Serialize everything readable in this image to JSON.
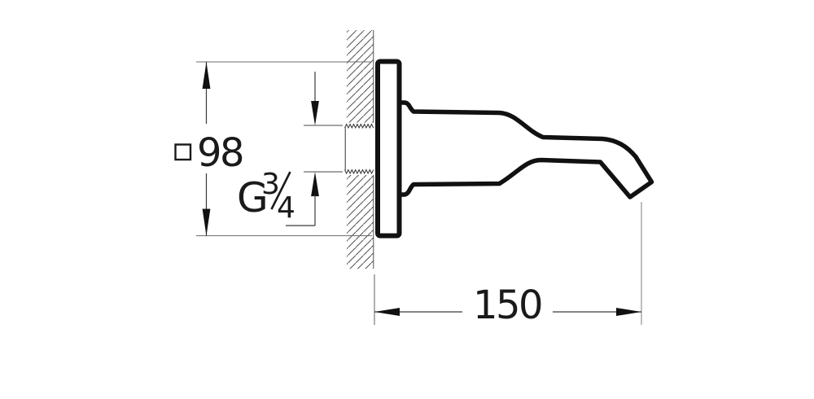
{
  "drawing": {
    "type": "technical-dimension-drawing",
    "subject": "wall-mounted-spout-side-view",
    "square_height_dim": {
      "symbol": "□",
      "value": "98"
    },
    "projection_dim": {
      "value": "150"
    },
    "thread_dim": {
      "prefix": "G",
      "numerator": "3",
      "denominator": "4",
      "display": "G¾"
    },
    "colors": {
      "outline": "#111111",
      "thin_line": "#555555",
      "extension_line": "#9a9a9a",
      "hatch_line": "#525252",
      "background": "#ffffff"
    }
  }
}
